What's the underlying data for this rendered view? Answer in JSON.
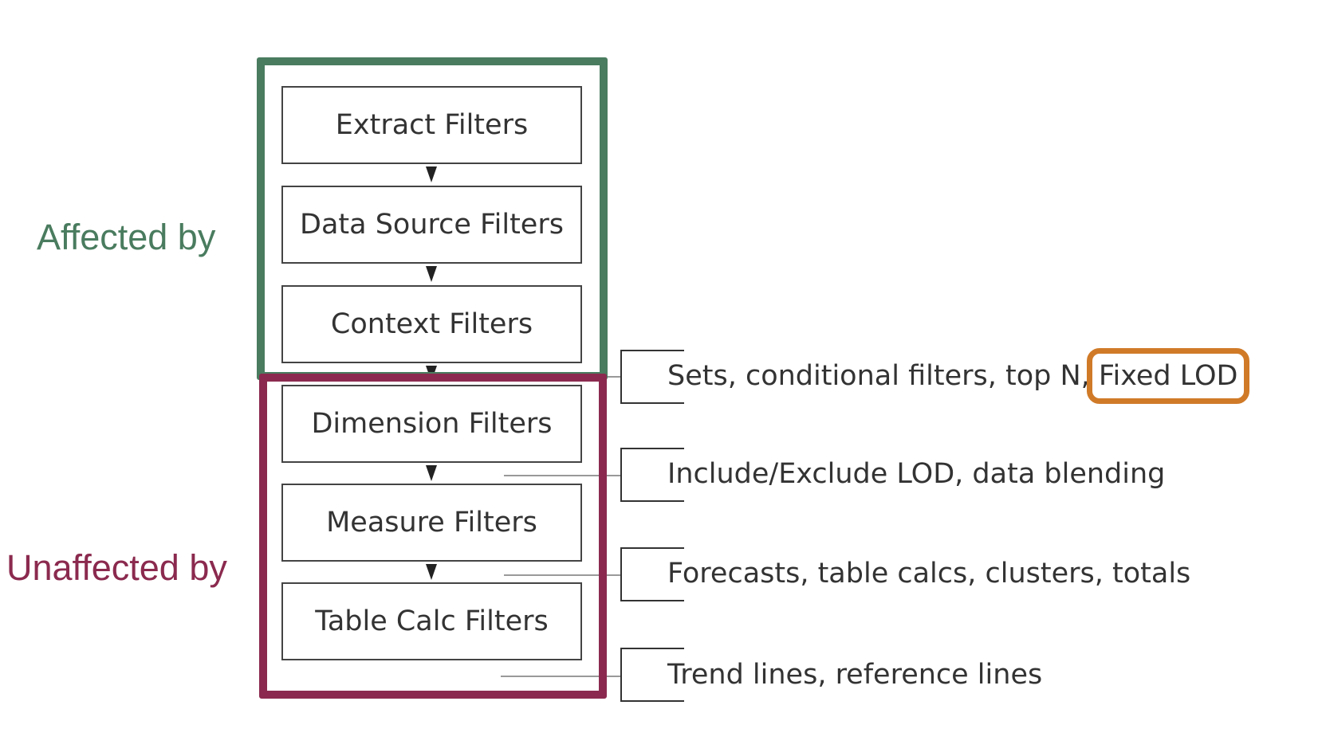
{
  "labels": {
    "affected": "Affected by",
    "unaffected": "Unaffected by"
  },
  "filters": [
    "Extract Filters",
    "Data Source Filters",
    "Context Filters",
    "Dimension Filters",
    "Measure Filters",
    "Table Calc Filters"
  ],
  "annotations": {
    "sets": {
      "text": "Sets, conditional filters, top N, ",
      "highlight": "Fixed LOD"
    },
    "include_exclude": "Include/Exclude LOD, data blending",
    "forecasts": "Forecasts, table calcs, clusters, totals",
    "trend_lines": "Trend lines, reference lines"
  },
  "colors": {
    "affected": "#4a7c5f",
    "unaffected": "#8b2a4e",
    "highlight": "#d07a28",
    "box_border": "#444444",
    "text": "#333333"
  }
}
